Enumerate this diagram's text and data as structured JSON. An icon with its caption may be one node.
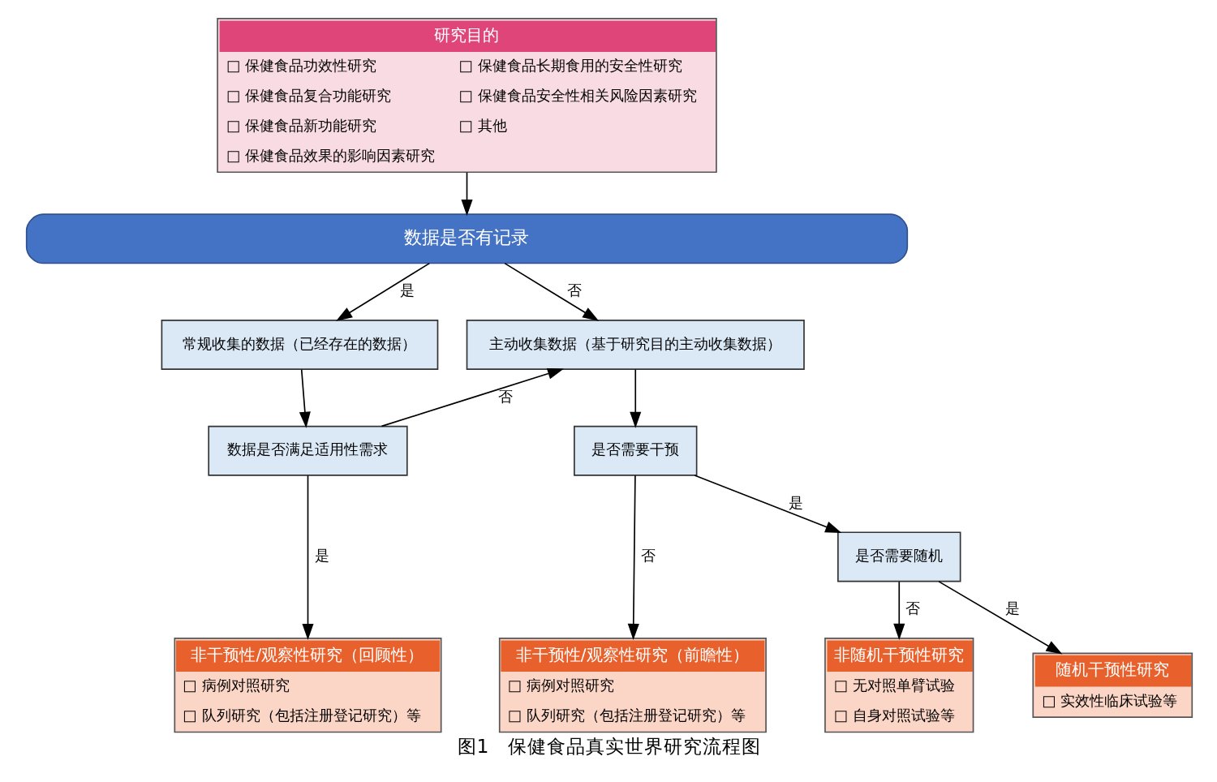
{
  "diagram": {
    "caption": "图1　保健食品真实世界研究流程图",
    "nodes": [
      {
        "text": [
          "研究目的",
          "□ 保健食品功效性研究",
          "□ 保健食品长期食用的安全性研究",
          "□ 保健食品复合功能研究",
          "□ 保健食品安全性相关风险因素研究",
          "□ 保健食品新功能研究",
          "□ 其他",
          "□ 保健食品效果的影响因素研究"
        ]
      },
      {
        "text": [
          "数据是否有记录"
        ]
      },
      {
        "text": [
          "常规收集的数据（已经存在的数据）"
        ]
      },
      {
        "text": [
          "主动收集数据（基于研究目的主动收集数据）"
        ]
      },
      {
        "text": [
          "数据是否满足适用性需求"
        ]
      },
      {
        "text": [
          "是否需要干预"
        ]
      },
      {
        "text": [
          "是否需要随机"
        ]
      },
      {
        "text": [
          "非干预性/观察性研究（回顾性）",
          "□ 病例对照研究",
          "□ 队列研究（包括注册登记研究）等"
        ]
      },
      {
        "text": [
          "非干预性/观察性研究（前瞻性）",
          "□ 病例对照研究",
          "□ 队列研究（包括注册登记研究）等"
        ]
      },
      {
        "text": [
          "非随机干预性研究",
          "□ 无对照单臂试验",
          "□ 自身对照试验等"
        ]
      },
      {
        "text": [
          "随机干预性研究",
          "□ 实效性临床试验等"
        ]
      }
    ],
    "edges": [
      {
        "from": 0,
        "to": 1,
        "arrow": "to"
      },
      {
        "from": 1,
        "to": 2,
        "arrow": "to",
        "label": "是"
      },
      {
        "from": 1,
        "to": 3,
        "arrow": "to",
        "label": "否"
      },
      {
        "from": 2,
        "to": 4,
        "arrow": "to"
      },
      {
        "from": 4,
        "to": 3,
        "arrow": "to",
        "label": "否"
      },
      {
        "from": 4,
        "to": 7,
        "arrow": "to",
        "label": "是"
      },
      {
        "from": 3,
        "to": 5,
        "arrow": "to"
      },
      {
        "from": 5,
        "to": 6,
        "arrow": "to",
        "label": "是"
      },
      {
        "from": 5,
        "to": 8,
        "arrow": "to",
        "label": "否"
      },
      {
        "from": 6,
        "to": 9,
        "arrow": "to",
        "label": "否"
      },
      {
        "from": 6,
        "to": 10,
        "arrow": "to",
        "label": "是"
      }
    ]
  }
}
